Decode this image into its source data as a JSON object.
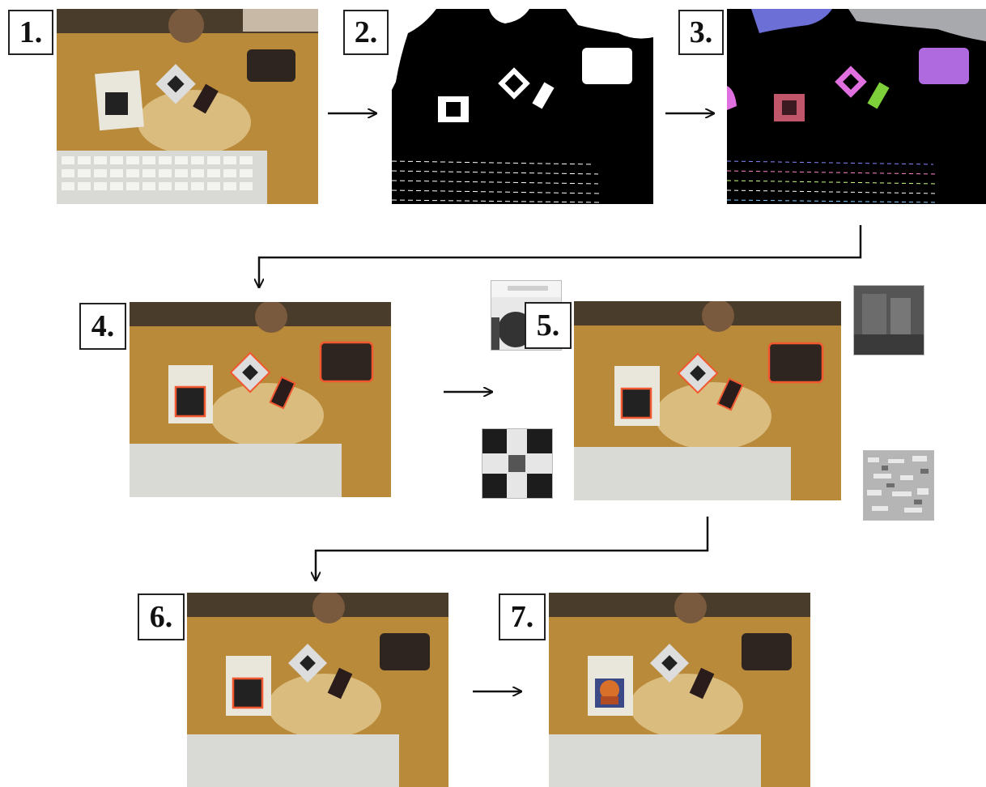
{
  "steps": [
    {
      "label": "1.",
      "kind": "photo"
    },
    {
      "label": "2.",
      "kind": "binary"
    },
    {
      "label": "3.",
      "kind": "segmented"
    },
    {
      "label": "4.",
      "kind": "photo-candidates"
    },
    {
      "label": "5.",
      "kind": "photo-candidates"
    },
    {
      "label": "6.",
      "kind": "photo-detected"
    },
    {
      "label": "7.",
      "kind": "photo-augmented"
    }
  ],
  "colors": {
    "table": "#b98a3a",
    "table_light": "#d8b472",
    "candidate_outline": "#f2572f",
    "segment_blue": "#6b6fd6",
    "segment_gray": "#a7a9ad",
    "segment_violet": "#b06ae0",
    "segment_magenta": "#e070e0",
    "segment_pink": "#c0566a",
    "segment_green": "#7dd03a"
  }
}
